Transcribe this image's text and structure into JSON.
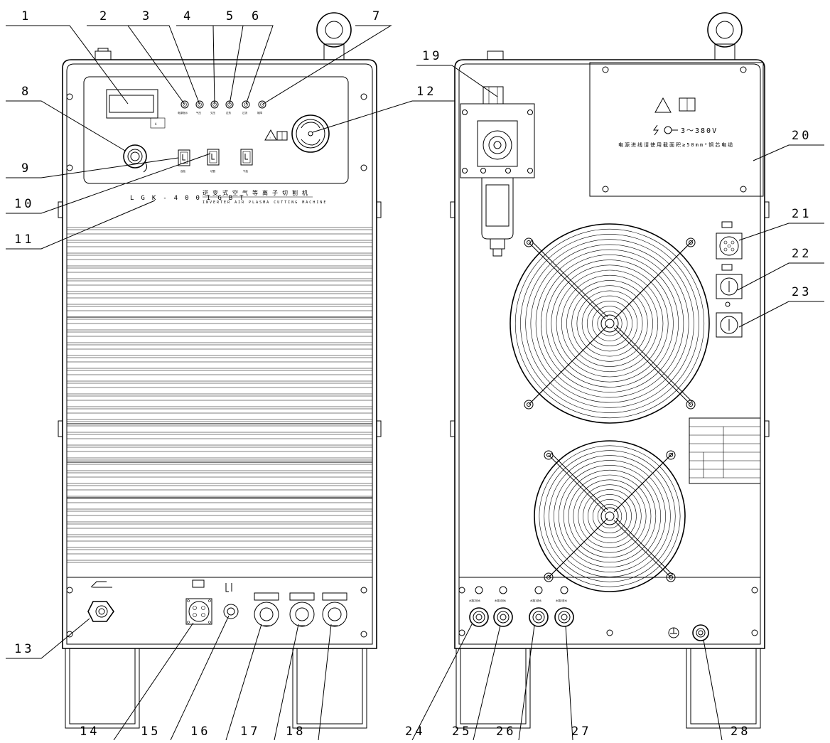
{
  "callouts": {
    "n1": "1",
    "n2": "2",
    "n3": "3",
    "n4": "4",
    "n5": "5",
    "n6": "6",
    "n7": "7",
    "n8": "8",
    "n9": "9",
    "n10": "10",
    "n11": "11",
    "n12": "12",
    "n13": "13",
    "n14": "14",
    "n15": "15",
    "n16": "16",
    "n17": "17",
    "n18": "18",
    "n19": "19",
    "n20": "20",
    "n21": "21",
    "n22": "22",
    "n23": "23",
    "n24": "24",
    "n25": "25",
    "n26": "26",
    "n27": "27",
    "n28": "28"
  },
  "front": {
    "meter_unit": "A",
    "model": "LGK-400IGBT",
    "title_cn": "逆变式空气等离子切割机",
    "title_en": "INVERTER AIR PLASMA CUTTING MACHINE",
    "led_labels": [
      "电源指示",
      "气压",
      "欠压",
      "过热",
      "过流",
      "故障"
    ],
    "switch_labels": [
      "自检",
      "切割",
      "气检"
    ]
  },
  "back": {
    "voltage": "3～380V",
    "cable_note": "电源进线请使用截面积≥50mm²铜芯电缆",
    "water_labels": [
      "水路2回水",
      "水路1回水",
      "水路1进水",
      "水路2进水"
    ]
  }
}
